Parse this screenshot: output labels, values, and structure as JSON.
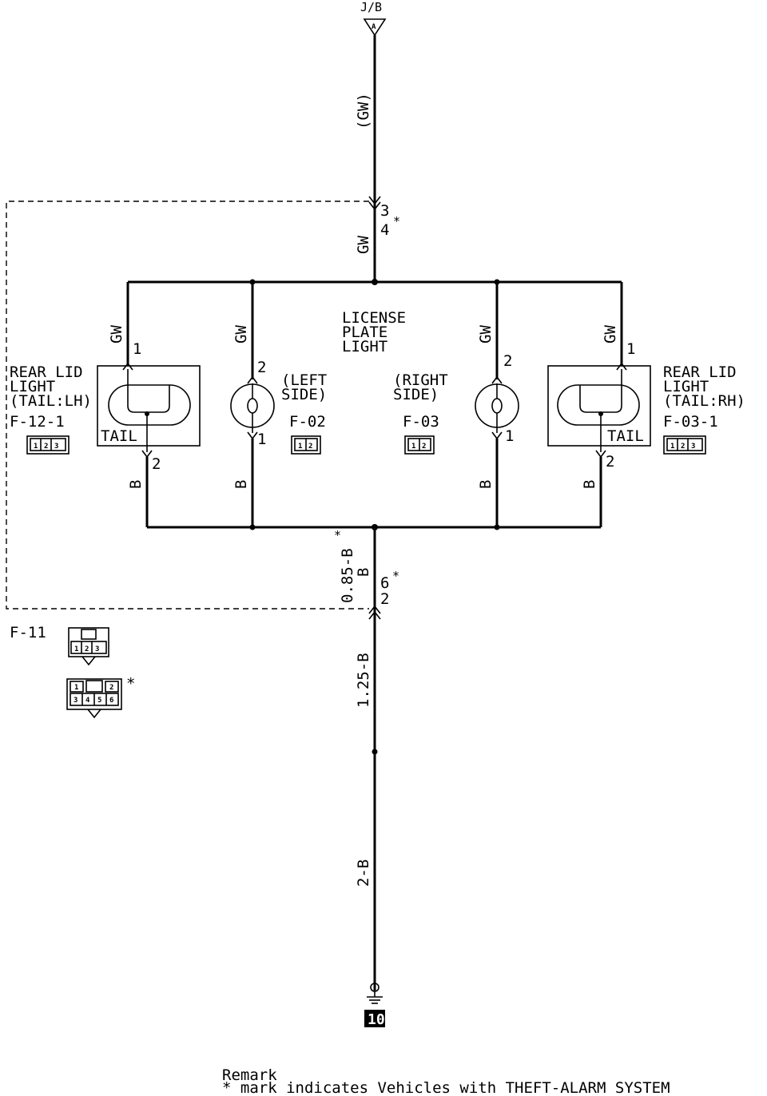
{
  "source": {
    "name": "J/B",
    "pin": "A"
  },
  "wires": {
    "supply_top": "(GW)",
    "supply_mid": "GW",
    "branch_gw": "GW",
    "branch_b": "B",
    "return_upper": "0.85-B",
    "return_upper_star": "*",
    "return_upper_color": "B",
    "return_lower": "1.25-B",
    "ground_lead": "2-B"
  },
  "connector_f11": {
    "id": "F-11",
    "top_pins": [
      "3",
      "4"
    ],
    "top_star": "*",
    "bottom_pins": [
      "6",
      "2"
    ],
    "bottom_star": "*",
    "std_pins": [
      "1",
      "2",
      "3"
    ],
    "alarm_pins_top": [
      "1",
      "2"
    ],
    "alarm_pins_bottom": [
      "3",
      "4",
      "5",
      "6"
    ],
    "alarm_star": "*"
  },
  "rear_lid_lh": {
    "title": [
      "REAR LID",
      "LIGHT",
      "(TAIL:LH)"
    ],
    "connector": "F-12-1",
    "pins": [
      "1",
      "2",
      "3"
    ],
    "pin_in": "1",
    "pin_out": "2",
    "lamp_label": "TAIL"
  },
  "rear_lid_rh": {
    "title": [
      "REAR LID",
      "LIGHT",
      "(TAIL:RH)"
    ],
    "connector": "F-03-1",
    "pins": [
      "1",
      "2",
      "3"
    ],
    "pin_in": "1",
    "pin_out": "2",
    "lamp_label": "TAIL"
  },
  "license_plate": {
    "title": [
      "LICENSE",
      "PLATE",
      "LIGHT"
    ],
    "left": {
      "side": [
        "(LEFT",
        "SIDE)"
      ],
      "connector": "F-02",
      "pins": [
        "1",
        "2"
      ],
      "pin_in": "2",
      "pin_out": "1"
    },
    "right": {
      "side": [
        "(RIGHT",
        "SIDE)"
      ],
      "connector": "F-03",
      "pins": [
        "1",
        "2"
      ],
      "pin_in": "2",
      "pin_out": "1"
    }
  },
  "ground": {
    "label": "10"
  },
  "remark": {
    "title": "Remark",
    "text": "* mark indicates Vehicles with THEFT-ALARM SYSTEM"
  }
}
